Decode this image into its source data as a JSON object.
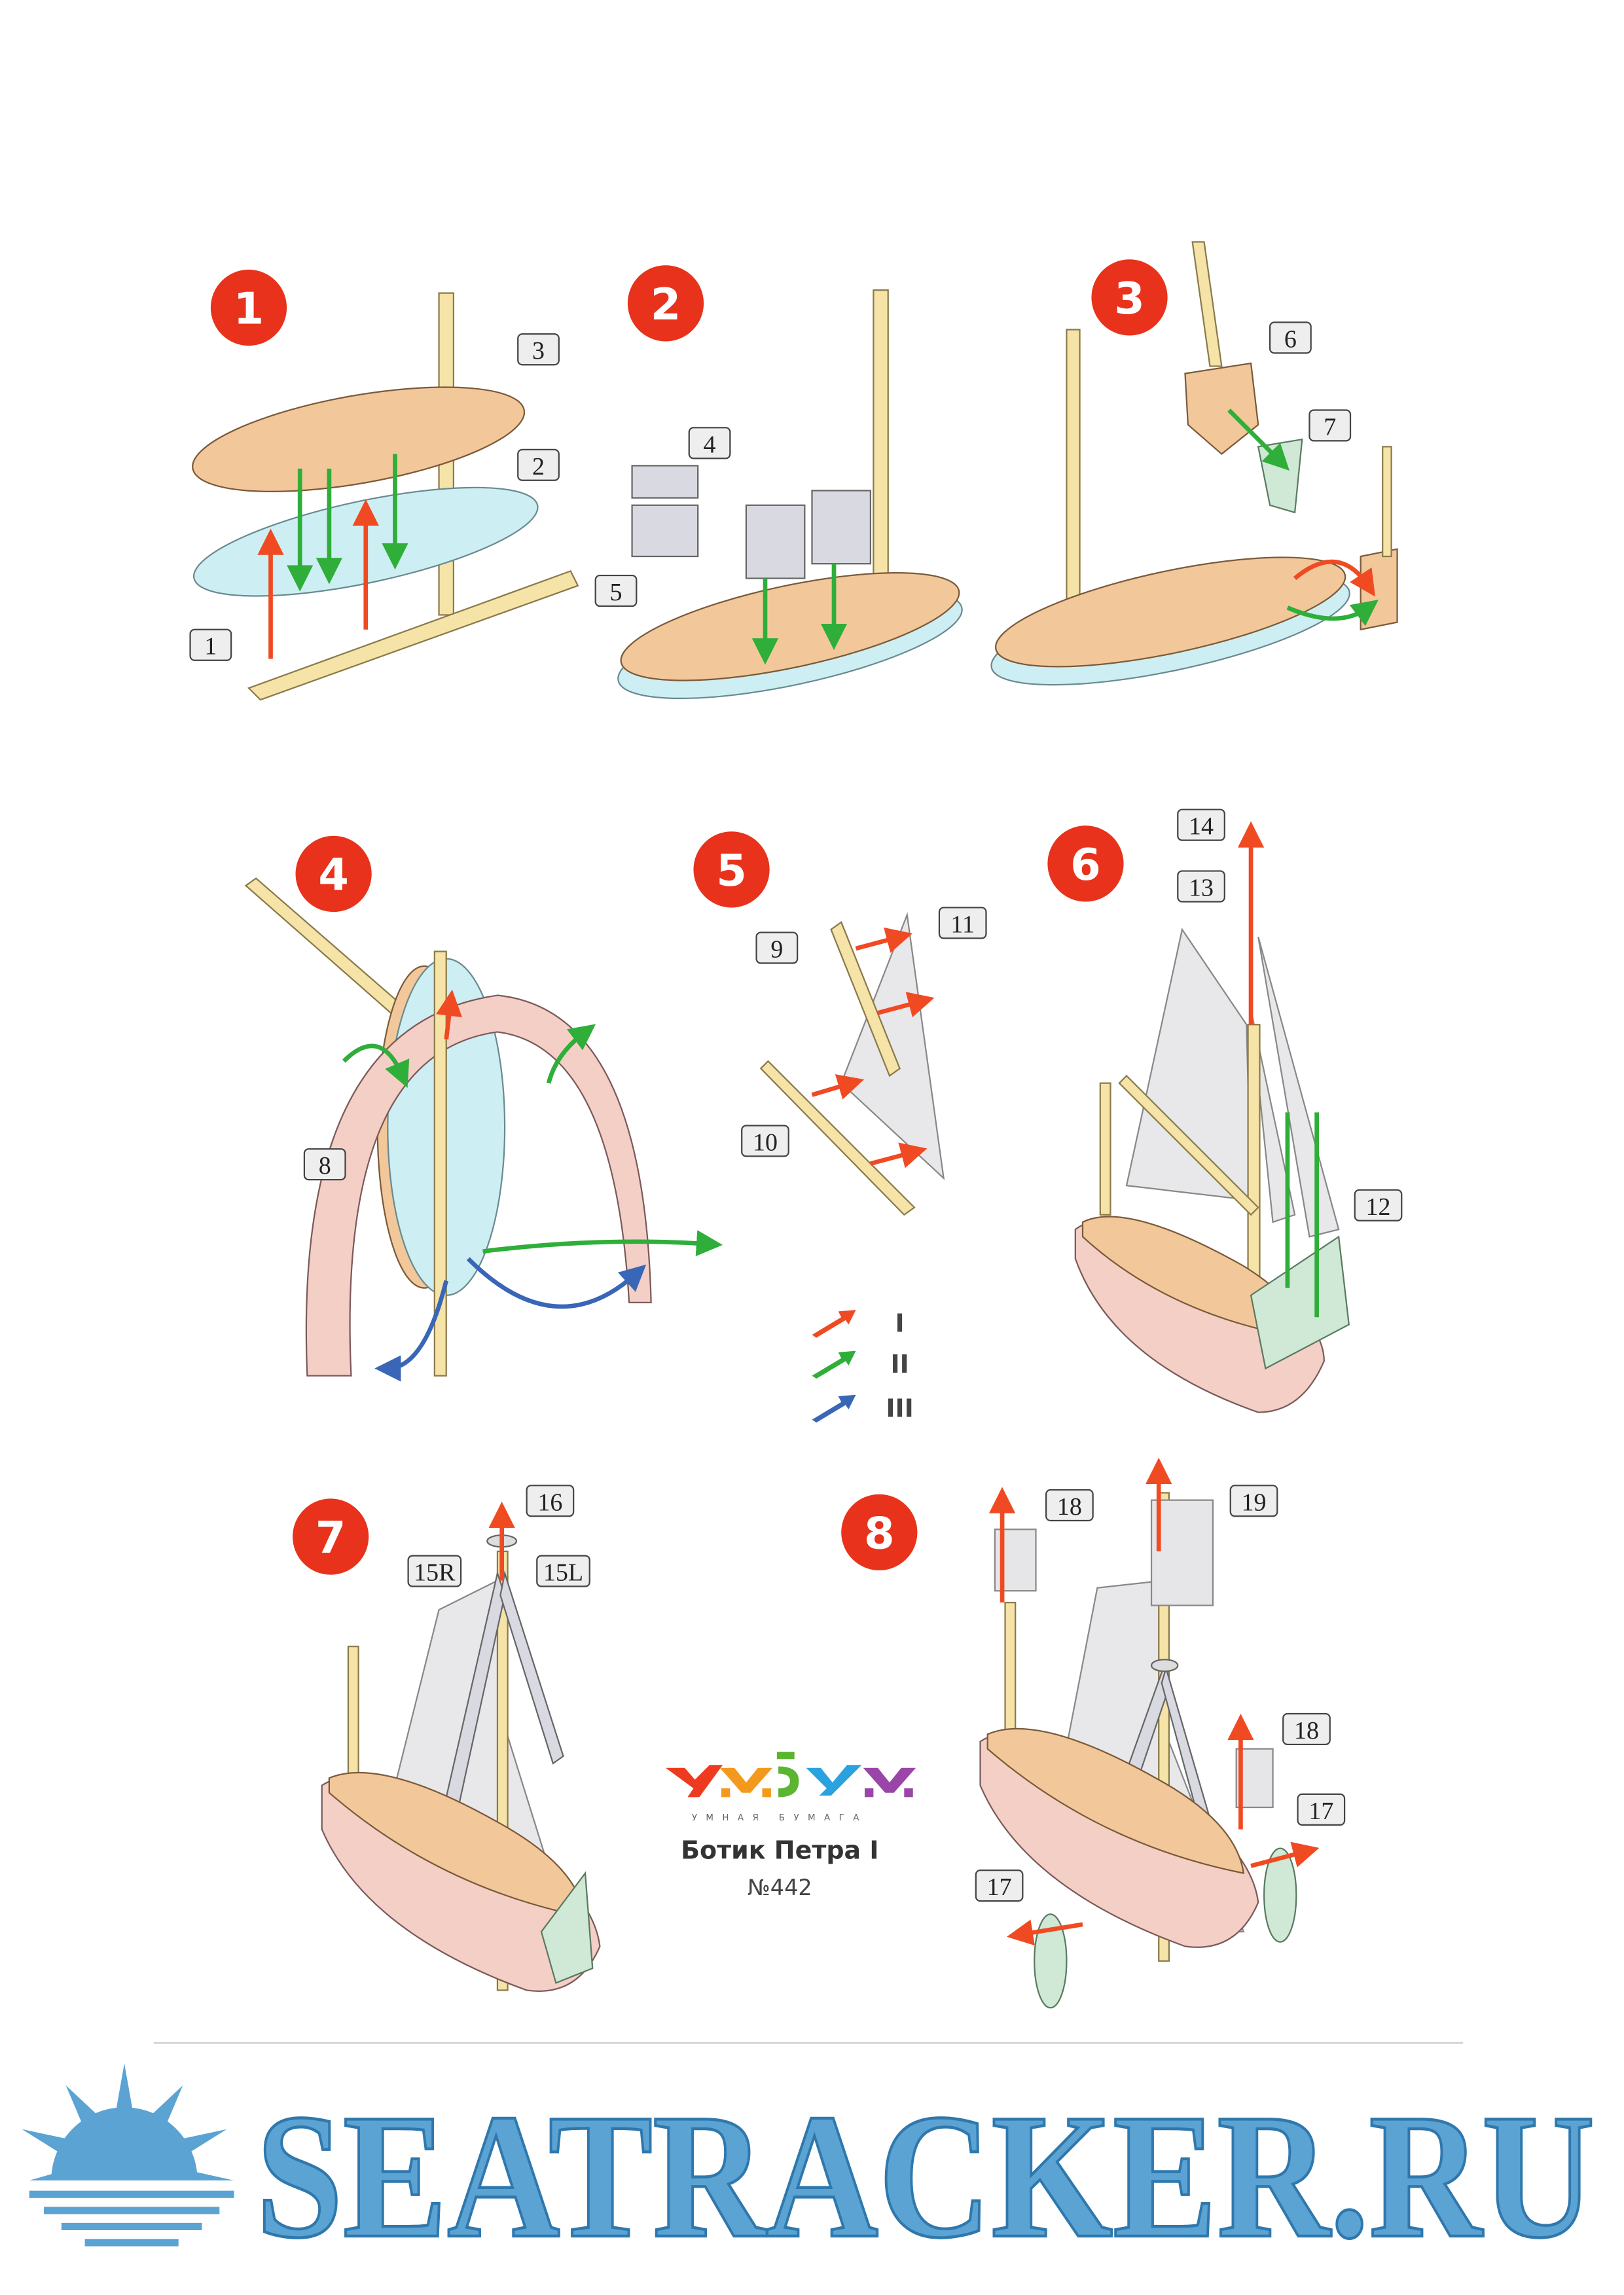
{
  "steps": [
    {
      "number": "1",
      "parts": [
        "3",
        "2",
        "1"
      ]
    },
    {
      "number": "2",
      "parts": [
        "4",
        "5"
      ]
    },
    {
      "number": "3",
      "parts": [
        "6",
        "7"
      ]
    },
    {
      "number": "4",
      "parts": [
        "8"
      ]
    },
    {
      "number": "5",
      "parts": [
        "9",
        "11",
        "10"
      ]
    },
    {
      "number": "6",
      "parts": [
        "14",
        "13",
        "12"
      ]
    },
    {
      "number": "7",
      "parts": [
        "16",
        "15R",
        "15L"
      ]
    },
    {
      "number": "8",
      "parts": [
        "18",
        "19",
        "18",
        "17",
        "17"
      ]
    }
  ],
  "legend": [
    {
      "label": "I",
      "color": "#f04a23"
    },
    {
      "label": "II",
      "color": "#2fae3a"
    },
    {
      "label": "III",
      "color": "#3a66b8"
    }
  ],
  "logo": {
    "text": "УМБУМ",
    "tagline": "УМНАЯ БУМАГА",
    "colors": [
      "#ee3a1f",
      "#f39a1e",
      "#5cb531",
      "#2aa2e0",
      "#9a45a8"
    ]
  },
  "product": {
    "title": "Ботик Петра I",
    "number": "№442"
  },
  "watermark": {
    "text": "SEATRACKER.RU",
    "color": "#5aa3d3"
  },
  "colors": {
    "step_badge": "#e8321b"
  }
}
